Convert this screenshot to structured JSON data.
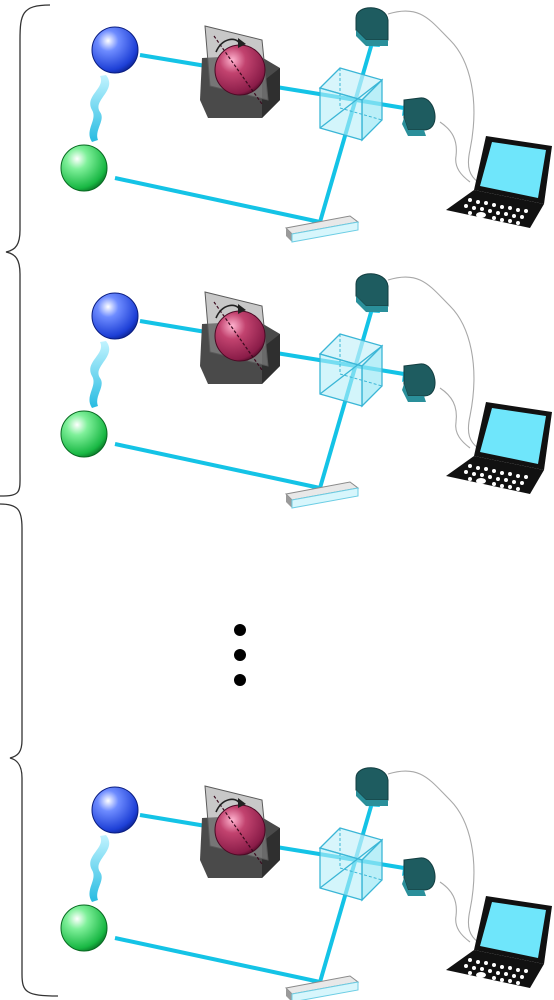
{
  "diagram": {
    "kind": "repeated-optical-setup",
    "setups_shown": 3,
    "ellipsis": "vertical-dots",
    "components": [
      "blue-sphere",
      "green-sphere",
      "entanglement-link",
      "modulator-cube",
      "red-sphere",
      "beam-splitter",
      "mirror",
      "detector-upper",
      "detector-right",
      "laptop"
    ],
    "colors": {
      "beam": "#14c3e6",
      "blue_sphere": "#1d3fd6",
      "green_sphere": "#19b844",
      "red_sphere": "#a02358",
      "detector": "#1e5c60",
      "splitter": "#9de8f5",
      "laptop_screen": "#6fe6fb"
    }
  }
}
